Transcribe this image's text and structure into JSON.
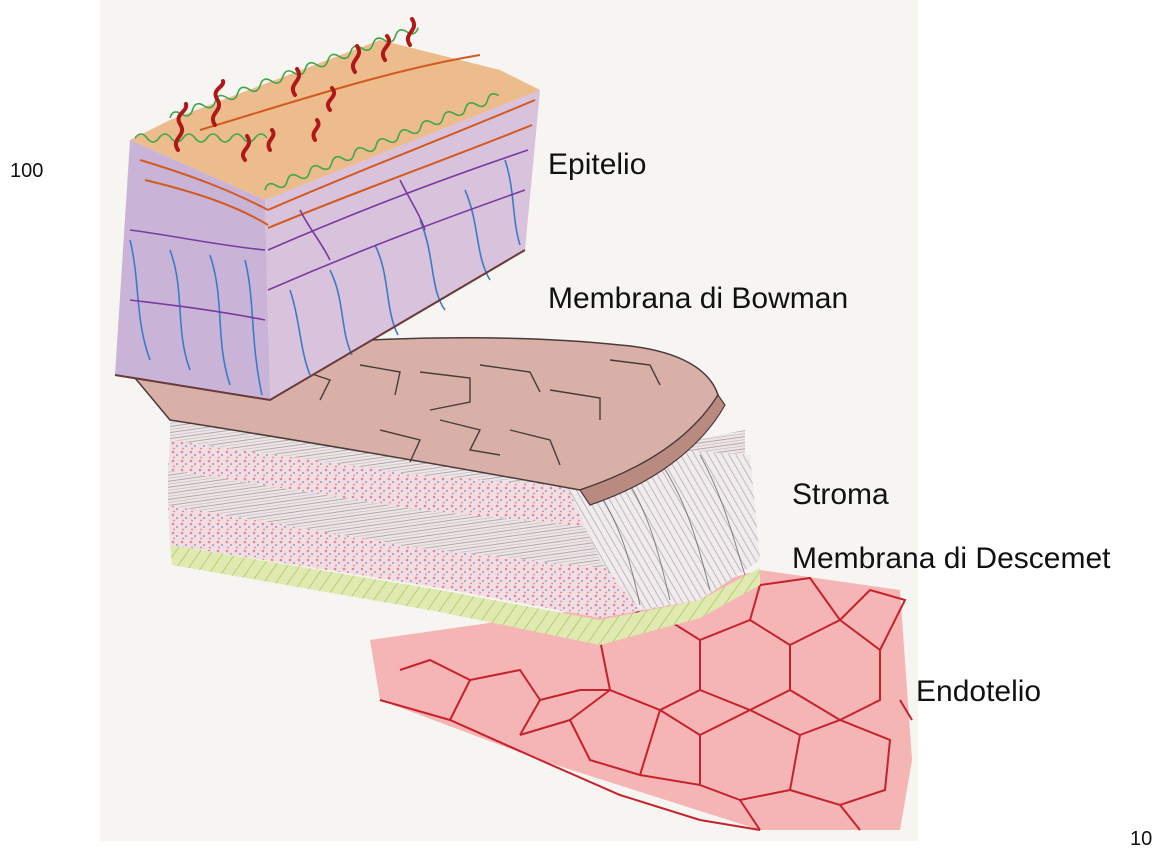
{
  "page_number": "100",
  "corner_number": "10",
  "labels": {
    "epitelio": "Epitelio",
    "bowman": "Membrana di Bowman",
    "stroma": "Stroma",
    "descemet": "Membrana di Descemet",
    "endotelio": "Endotelio"
  },
  "colors": {
    "background": "#ffffff",
    "paper": "#f6f5f2",
    "epithelium_cells": "#c9b3d8",
    "epithelium_outline_blue": "#3b7bc4",
    "epithelium_outline_purple": "#7a3aa0",
    "surface_green": "#3fa64c",
    "surface_red": "#b01818",
    "epithelium_orange": "#d35a20",
    "stroma_pink": "#c98a86",
    "stroma_dotted": "#e9b9c4",
    "descemet_green": "#b9d36a",
    "endothelium_fill": "#f3a3a3",
    "endothelium_lines": "#c5222e"
  }
}
